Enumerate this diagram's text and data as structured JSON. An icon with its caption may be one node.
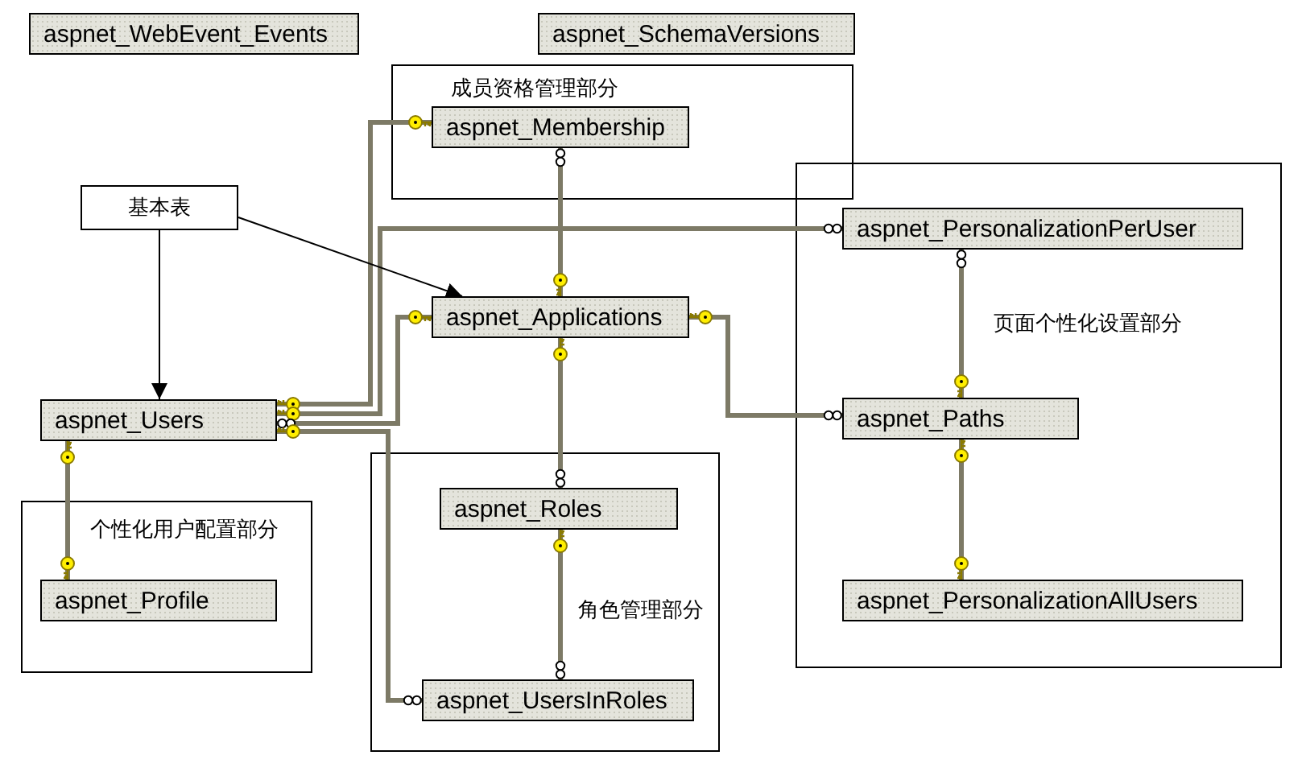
{
  "diagram": {
    "nodes": [
      {
        "text": [
          "aspnet_WebEvent_Events"
        ]
      },
      {
        "text": [
          "aspnet_SchemaVersions"
        ]
      },
      {
        "text": [
          "成员资格管理部分"
        ]
      },
      {
        "text": [
          "aspnet_Membership"
        ],
        "in": 2
      },
      {
        "text": [
          "基本表"
        ]
      },
      {
        "text": [
          "页面个性化设置部分"
        ]
      },
      {
        "text": [
          "aspnet_PersonalizationPerUser"
        ],
        "in": 5
      },
      {
        "text": [
          "aspnet_Applications"
        ]
      },
      {
        "text": [
          "aspnet_Users"
        ]
      },
      {
        "text": [
          "aspnet_Paths"
        ],
        "in": 5
      },
      {
        "text": [
          "角色管理部分"
        ]
      },
      {
        "text": [
          "aspnet_Roles"
        ],
        "in": 10
      },
      {
        "text": [
          "个性化用户配置部分"
        ]
      },
      {
        "text": [
          "aspnet_Profile"
        ],
        "in": 12
      },
      {
        "text": [
          "aspnet_PersonalizationAllUsers"
        ],
        "in": 5
      },
      {
        "text": [
          "aspnet_UsersInRoles"
        ],
        "in": 10
      }
    ],
    "edges": [
      {
        "from": 8,
        "to": 3,
        "arrow": "other"
      },
      {
        "from": 7,
        "to": 3,
        "arrow": "other"
      },
      {
        "from": 8,
        "to": 6,
        "arrow": "other"
      },
      {
        "from": 7,
        "to": 8,
        "arrow": "other"
      },
      {
        "from": 8,
        "to": 15,
        "arrow": "other"
      },
      {
        "from": 7,
        "to": 11,
        "arrow": "other"
      },
      {
        "from": 11,
        "to": 15,
        "arrow": "other"
      },
      {
        "from": 7,
        "to": 9,
        "arrow": "other"
      },
      {
        "from": 9,
        "to": 6,
        "arrow": "other"
      },
      {
        "from": 9,
        "to": 14,
        "arrow": "other"
      },
      {
        "from": 8,
        "to": 13,
        "arrow": "other"
      },
      {
        "from": 4,
        "to": 8,
        "arrow": "to",
        "color": "#000000"
      },
      {
        "from": 4,
        "to": 7,
        "arrow": "to",
        "color": "#000000"
      }
    ]
  }
}
